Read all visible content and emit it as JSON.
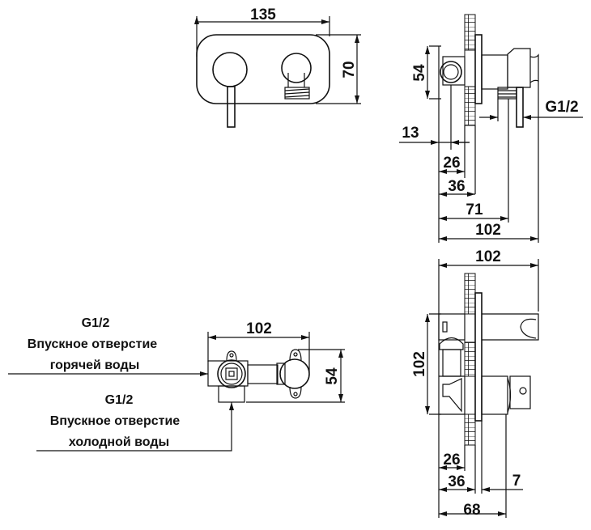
{
  "front_view": {
    "width": "135",
    "height": "70"
  },
  "side_view_top": {
    "d54": "54",
    "d13": "13",
    "d26": "26",
    "d36": "36",
    "d71": "71",
    "d102": "102",
    "thread": "G1/2"
  },
  "side_view_bottom": {
    "d102_top": "102",
    "d102_vert": "102",
    "d26": "26",
    "d36": "36",
    "d7": "7",
    "d68": "68"
  },
  "valve_view": {
    "width": "102",
    "height": "54"
  },
  "inlets": {
    "hot": {
      "thread": "G1/2",
      "line1": "Впускное отверстие",
      "line2": "горячей воды"
    },
    "cold": {
      "thread": "G1/2",
      "line1": "Впускное отверстие",
      "line2": "холодной воды"
    }
  },
  "colors": {
    "ink": "#111111",
    "background": "#ffffff"
  }
}
